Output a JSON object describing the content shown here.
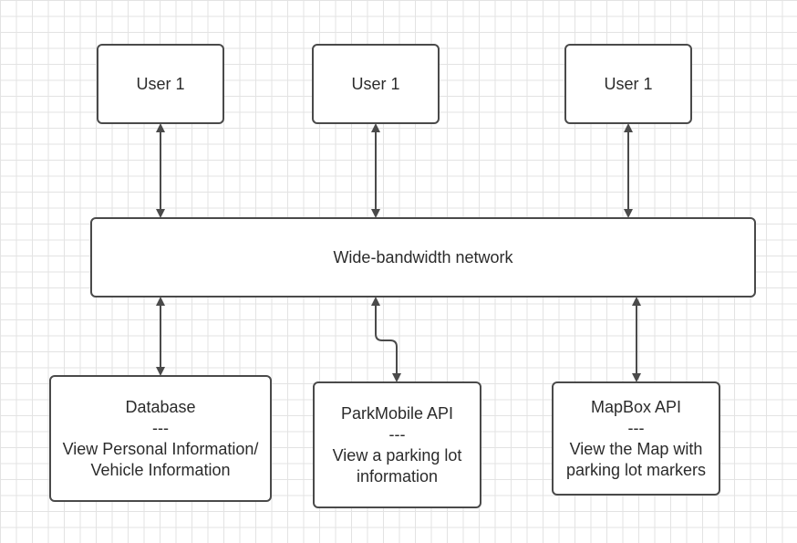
{
  "diagram": {
    "users": [
      {
        "label": "User 1"
      },
      {
        "label": "User 1"
      },
      {
        "label": "User 1"
      }
    ],
    "network": {
      "label": "Wide-bandwidth network"
    },
    "services": [
      {
        "lines": [
          "Database",
          "---",
          "View Personal Information/",
          "Vehicle Information"
        ]
      },
      {
        "lines": [
          "ParkMobile API",
          "---",
          "View a parking lot",
          "information"
        ]
      },
      {
        "lines": [
          "MapBox API",
          "---",
          "View the Map with",
          "parking lot markers"
        ]
      }
    ]
  },
  "colors": {
    "border": "#4a4a4a",
    "text": "#2b2b2b",
    "grid": "#e3e3e3",
    "background": "#ffffff"
  }
}
